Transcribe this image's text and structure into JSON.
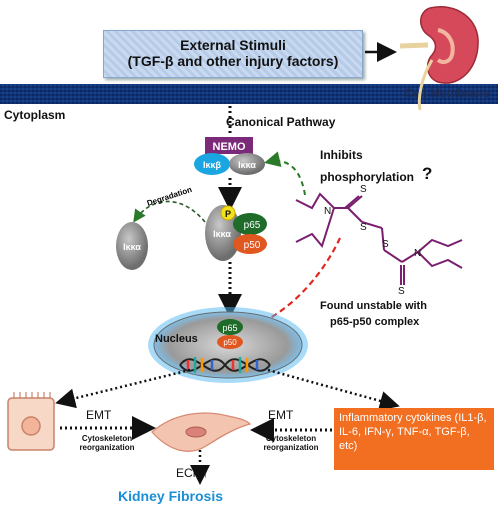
{
  "stimuli": {
    "line1": "External Stimuli",
    "line2": "(TGF-β and other injury factors)"
  },
  "membrane_label": "Cell Membrane",
  "cytoplasm_label": "Cytoplasm",
  "pathway_label": "Canonical Pathway",
  "nemo": "NEMO",
  "ikkb": "Iκκβ",
  "ikka": "Iκκα",
  "degradation": "Degradation",
  "ikka_degraded": "Iκκα",
  "ikka_bound": "Iκκα",
  "p_label": "P",
  "p65": "p65",
  "p50": "p50",
  "inhibits_line1": "Inhibits",
  "inhibits_line2": "phosphorylation",
  "question": "?",
  "unstable_line1": "Found unstable with",
  "unstable_line2": "p65-p50 complex",
  "nucleus": "Nucleus",
  "nuc_p65": "p65",
  "nuc_p50": "p50",
  "emt_left": "EMT",
  "cyto_left_1": "Cytoskeleton",
  "cyto_left_2": "reorganization",
  "emt_right": "EMT",
  "cyto_right_1": "Cytoskeleton",
  "cyto_right_2": "reorganization",
  "cytokines": "Inflammatory cytokines (IL1-β, IL-6, IFN-γ, TNF-α, TGF-β, etc)",
  "ecm": "ECM↑",
  "fibrosis": "Kidney Fibrosis",
  "colors": {
    "nemo": "#7a2a78",
    "ikkb": "#1aa6e0",
    "ikka": "#7d7d7d",
    "p65": "#1e6b2a",
    "p50": "#e0571f",
    "inhibitor": "#7a1f6f",
    "orange": "#f26f21",
    "fibrosis_text": "#1a8ed6"
  }
}
